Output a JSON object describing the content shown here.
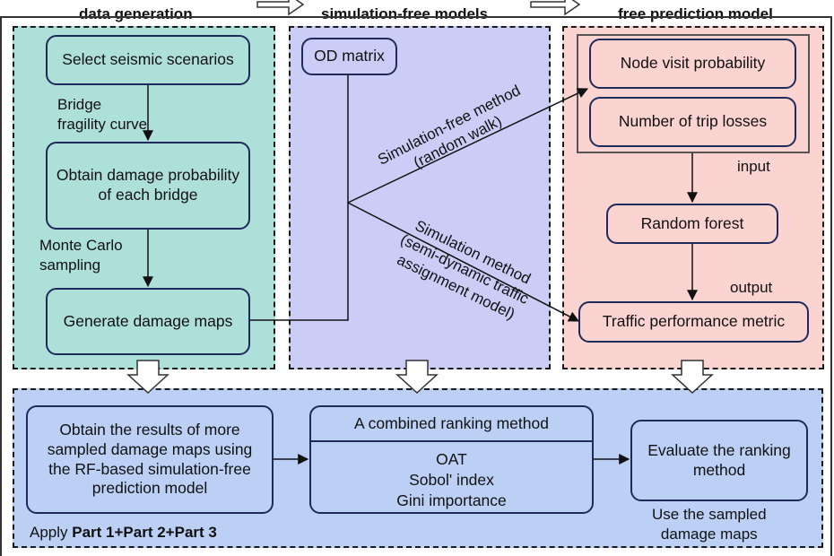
{
  "headers": {
    "data_generation": "data generation",
    "simulation_free_models": "simulation-free models",
    "free_prediction_model": "free prediction model"
  },
  "part1": {
    "select_scenarios": "Select seismic scenarios",
    "bridge_fragility": "Bridge\nfragility curve",
    "obtain_damage_prob": "Obtain damage probability of each bridge",
    "monte_carlo": "Monte Carlo\nsampling",
    "generate_maps": "Generate damage maps"
  },
  "part2": {
    "od_matrix": "OD matrix",
    "sim_free_method": "Simulation-free method",
    "random_walk": "(random walk)",
    "sim_method": "Simulation method",
    "semi_dynamic": "(semi-dynamic traffic",
    "assignment_model": "assignment model)"
  },
  "part3": {
    "node_visit": "Node visit probability",
    "trip_losses": "Number of trip losses",
    "input_label": "input",
    "random_forest": "Random forest",
    "output_label": "output",
    "traffic_metric": "Traffic performance metric"
  },
  "bottom": {
    "obtain_results": "Obtain the results of more sampled damage maps using the RF-based simulation-free prediction model",
    "combined_title": "A combined ranking method",
    "combined_items": "OAT\nSobol' index\nGini importance",
    "evaluate": "Evaluate the ranking method",
    "use_sampled": "Use the sampled\ndamage maps",
    "apply_prefix": "Apply ",
    "apply_parts": "Part 1+Part 2+Part 3"
  },
  "colors": {
    "teal_bg": "#aee0da",
    "lavender_bg": "#cbcdf7",
    "pink_bg": "#fbd3d1",
    "blue_bg": "#bcd0f6",
    "border": "#1f2a5a"
  }
}
